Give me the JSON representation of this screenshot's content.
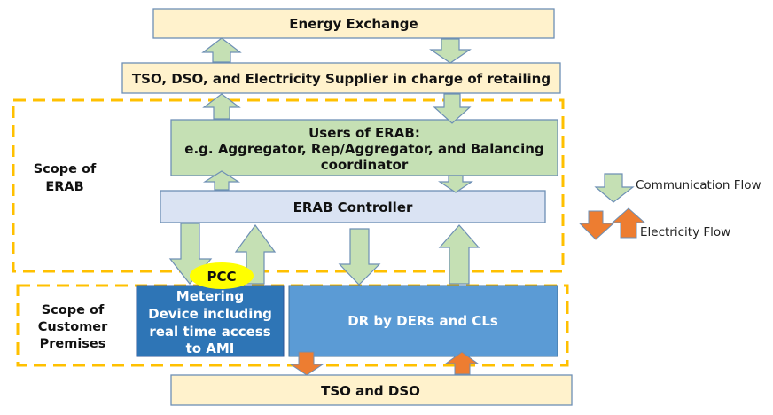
{
  "colors": {
    "cream_box": "#fff2cc",
    "cream_border": "#6d8fb5",
    "green_box": "#c5e0b4",
    "controller_box": "#dae3f3",
    "metering_box": "#2e75b6",
    "dr_box": "#5b9bd5",
    "comm_arrow": "#c5e0b4",
    "comm_arrow_stroke": "#6d8fb5",
    "elec_arrow": "#ed7d31",
    "scope_dash": "#ffc000",
    "pcc_fill": "#ffff00"
  },
  "boxes": {
    "energy_exchange": "Energy Exchange",
    "tso_dso_supplier": "TSO, DSO, and Electricity Supplier in charge of retailing",
    "users_of_erab": {
      "line1": "Users of ERAB:",
      "line2": "e.g. Aggregator, Rep/Aggregator, and Balancing",
      "line3": "coordinator"
    },
    "erab_controller": "ERAB Controller",
    "metering_device": {
      "line1": "Metering",
      "line2": "Device including",
      "line3": "real time access",
      "line4": "to AMI"
    },
    "dr_ders_cls": "DR by DERs and CLs",
    "tso_and_dso": "TSO and DSO"
  },
  "scopes": {
    "erab": {
      "line1": "Scope of",
      "line2": "ERAB"
    },
    "customer": {
      "line1": "Scope of",
      "line2": "Customer",
      "line3": "Premises"
    }
  },
  "pcc_label": "PCC",
  "legend": {
    "communication_flow": "Communication Flow",
    "electricity_flow": "Electricity Flow"
  }
}
